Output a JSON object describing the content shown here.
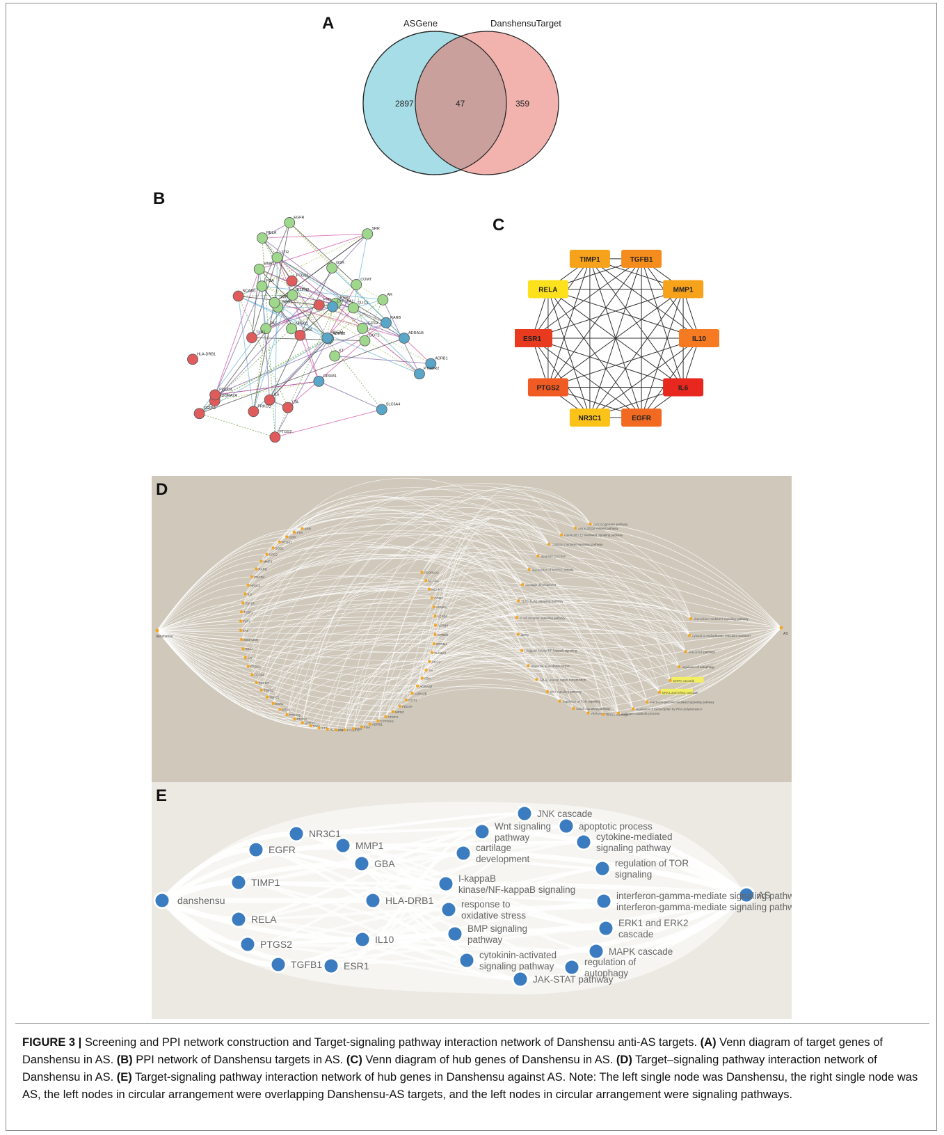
{
  "panelA": {
    "letter": "A",
    "set_left": "ASGene",
    "set_right": "DanshensuTarget",
    "left_only": "2897",
    "overlap": "47",
    "right_only": "359",
    "colors": {
      "left": "#a6dde6",
      "right": "#f2b3ae",
      "overlap": "#c9a09c"
    }
  },
  "panelB": {
    "letter": "B",
    "green_nodes": [
      "SRR",
      "CLIC1",
      "GSR",
      "TAT",
      "TTR",
      "GOT1",
      "SOD1",
      "FGA",
      "IGF1R",
      "NR3C1",
      "AR",
      "KT",
      "TIMP1",
      "MMP1",
      "EGFR",
      "ESR1",
      "PTPN2",
      "COMT",
      "RELA"
    ],
    "red_nodes": [
      "GBA",
      "ADORA2A",
      "TGFB1",
      "PDCD4",
      "IL6",
      "TLR1",
      "PTGS2",
      "PTGS1",
      "FYN",
      "NCAM1",
      "HLA-DRB1",
      "PRKCQ",
      "LTA"
    ],
    "blue_nodes": [
      "CYP19A1",
      "SLC6A4",
      "ADRA1B",
      "ADRB2",
      "ADRB1",
      "OPRM1",
      "PDE4A",
      "PTGDR2",
      "RARB"
    ]
  },
  "panelC": {
    "letter": "C",
    "hub_genes": [
      {
        "label": "TIMP1",
        "color": "#f7a21b"
      },
      {
        "label": "TGFB1",
        "color": "#f58c1e"
      },
      {
        "label": "MMP1",
        "color": "#f7a21b"
      },
      {
        "label": "IL10",
        "color": "#f57a22"
      },
      {
        "label": "IL6",
        "color": "#e8281e"
      },
      {
        "label": "EGFR",
        "color": "#f26a21"
      },
      {
        "label": "NR3C1",
        "color": "#fbc219"
      },
      {
        "label": "PTGS2",
        "color": "#f05a23"
      },
      {
        "label": "ESR1",
        "color": "#e73a1f"
      },
      {
        "label": "RELA",
        "color": "#fde11c"
      }
    ]
  },
  "panelD": {
    "letter": "D",
    "left_node": "danshensu",
    "right_node": "AS",
    "targets": [
      "SRR",
      "TTR",
      "GSR",
      "PTGS1",
      "SOD1",
      "SOD2",
      "MMP1",
      "RARB",
      "PDCD4",
      "NR3C1",
      "IL6",
      "IGF1R",
      "TIMP1",
      "TLR1",
      "TAT",
      "MS4A3SR",
      "RELA",
      "AR",
      "PTGS2",
      "TGFB4",
      "TGFB3",
      "TGFB2",
      "TGFB1",
      "ESR1",
      "ERN1",
      "PRKCQ",
      "PTPN2",
      "GPR31",
      "TAP1",
      "IL10",
      "HLA-DRB1",
      "IFIT",
      "PTGDR2",
      "FYN",
      "FGA",
      "ADRB1",
      "CYP19A1",
      "CPSF3",
      "MPDZ",
      "FDG4A",
      "GOT1",
      "ADRA2B",
      "ADRA1B",
      "GBA",
      "TH",
      "CLIC1",
      "SLC6A4",
      "OPRM1",
      "OPRM2",
      "ADRB4",
      "ADRB3",
      "ADRB2",
      "COMT",
      "NCAM2",
      "NCAM1",
      "ADORA2A"
    ],
    "pathways": [
      "cyclooxygenase pathway",
      "extracellular-related pathway",
      "interleukin-12-mediated signaling pathway",
      "cytokine-mediated signaling pathway",
      "apoptotic process",
      "inactivation of MAPKK activity",
      "cartilage development",
      "TLR1:TLR2 signaling pathway",
      "B cell receptor signaling pathway",
      "aging",
      "I-kappaB kinase/NF-kappaB signaling",
      "response to oxidative stress",
      "SMAD protein signal transduction",
      "Wnt signaling pathway",
      "regulation of TOR signaling",
      "Notch signaling pathway",
      "viral process",
      "mRNA cleavage",
      "androgen catabolic process",
      "regulation of transcription by RNA polymerase II",
      "interferon-gamma-mediated signaling pathway",
      "ERK1 and ERK2 cascade",
      "MAPK cascade",
      "regulation of autophagy",
      "JAK-STAT pathway",
      "cytosol to endoplasmic reticulum transport",
      "chemokine-mediated signaling pathway"
    ],
    "highlighted": [
      "ERK1 and ERK2 cascade",
      "MAPK cascade"
    ]
  },
  "panelE": {
    "letter": "E",
    "left_node": "danshensu",
    "right_node": "AS",
    "targets": [
      "NR3C1",
      "EGFR",
      "MMP1",
      "GBA",
      "TIMP1",
      "HLA-DRB1",
      "RELA",
      "IL10",
      "PTGS2",
      "TGFB1",
      "ESR1"
    ],
    "pathway_labels": [
      "JNK cascade",
      "apoptotic process",
      "Wnt signaling pathway",
      "cytokine-mediated signaling pathway",
      "cartilage development",
      "regulation of TOR signaling",
      "I-kappaB kinase/NF-kappaB signaling",
      "interferon-gamma-mediate signaling pathway",
      "response to oxidative stress",
      "ERK1 and ERK2 cascade",
      "BMP signaling pathway",
      "MAPK cascade",
      "cytokinin-activated signaling pathway",
      "regulation of autophagy",
      "JAK-STAT pathway"
    ],
    "node_color": "#3b7bbf"
  },
  "caption": {
    "label": "FIGURE 3 |",
    "intro": " Screening and PPI network construction and Target-signaling pathway interaction network of Danshensu anti-AS targets. ",
    "a_tag": "(A)",
    "a_text": " Venn diagram of target genes of Danshensu in AS. ",
    "b_tag": "(B)",
    "b_text": " PPI network of Danshensu targets in AS. ",
    "c_tag": "(C)",
    "c_text": " Venn diagram of hub genes of Danshensu in AS. ",
    "d_tag": "(D)",
    "d_text": " Target–signaling pathway interaction network of Danshensu in AS. ",
    "e_tag": "(E)",
    "e_text": " Target-signaling pathway interaction network of hub genes in Danshensu against AS. Note: The left single node was Danshensu, the right single node was AS, the left nodes in circular arrangement were overlapping Danshensu-AS targets, and the left nodes in circular arrangement were signaling pathways."
  }
}
